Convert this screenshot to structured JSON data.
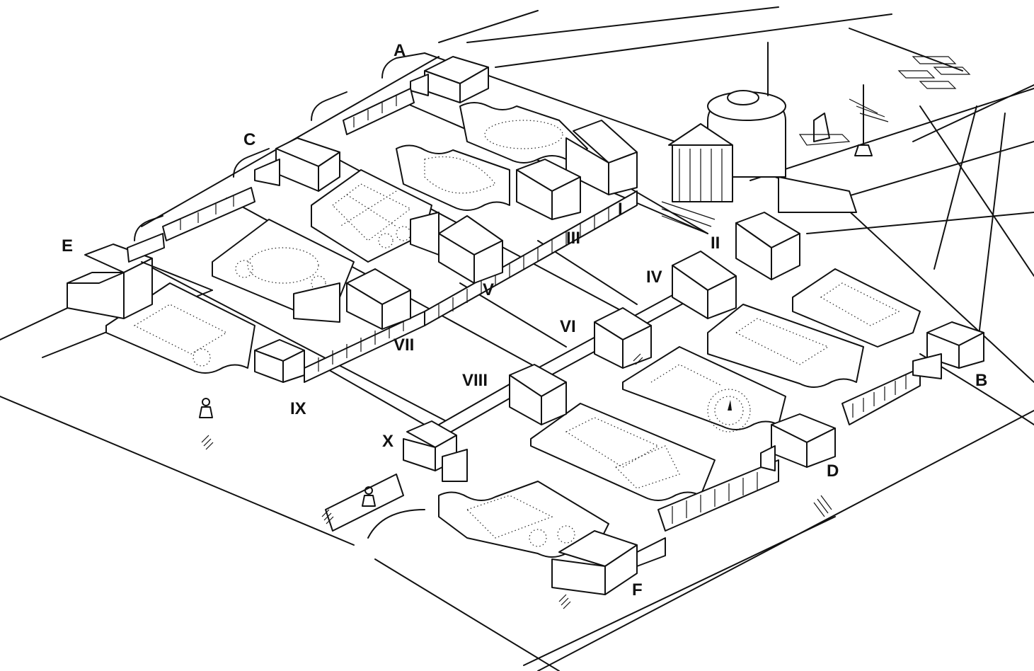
{
  "colors": {
    "ink": "#111111",
    "paper": "#ffffff"
  },
  "labels": {
    "A": "A",
    "B": "B",
    "C": "C",
    "D": "D",
    "E": "E",
    "F": "F",
    "I": "I",
    "II": "II",
    "III": "III",
    "IV": "IV",
    "V": "V",
    "VI": "VI",
    "VII": "VII",
    "VIII": "VIII",
    "IX": "IX",
    "X": "X"
  }
}
